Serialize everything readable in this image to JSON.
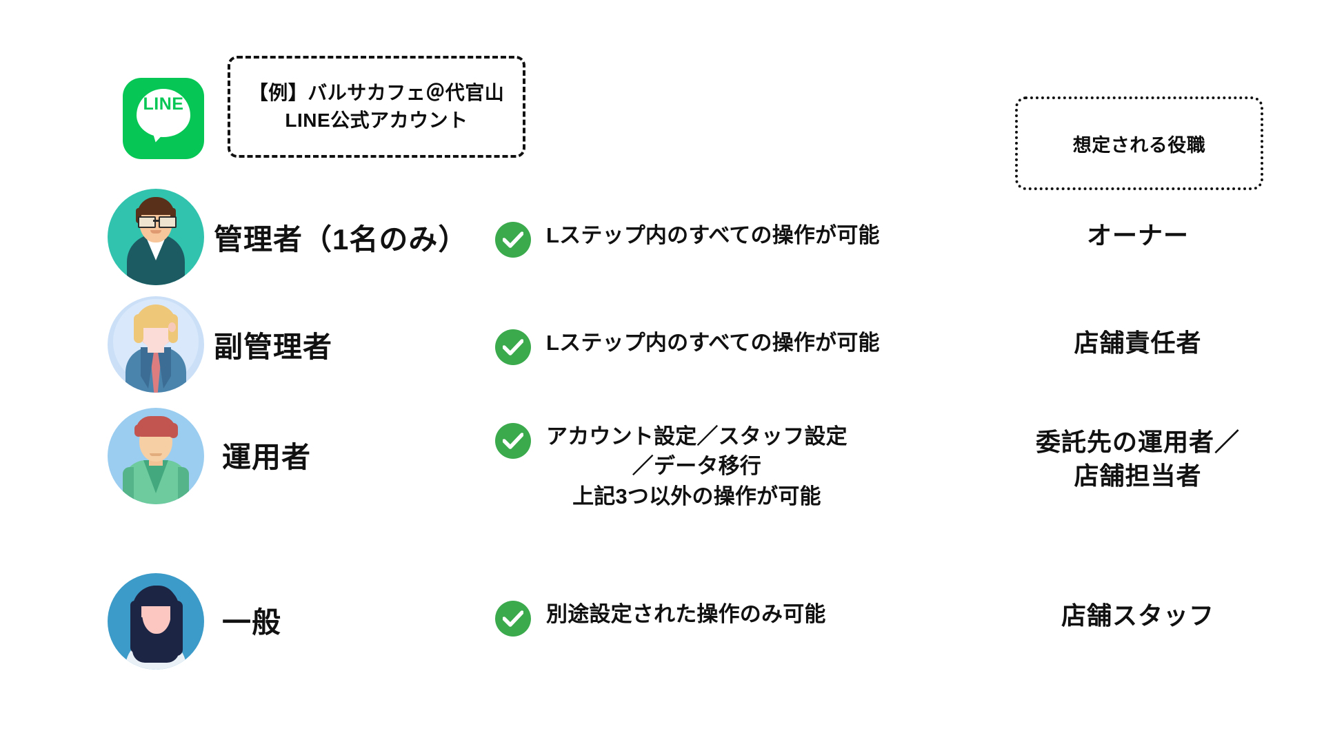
{
  "header": {
    "logo_icon": "line-logo-icon",
    "logo_word": "LINE",
    "account_box": "【例】バルサカフェ＠代官山\nLINE公式アカウント",
    "role_column_header": "想定される役職"
  },
  "colors": {
    "line_green": "#06C755",
    "check_green": "#3AAA4D",
    "text": "#111111",
    "avatar1_bg": "#32C3AE",
    "avatar2_bg": "#CBE0F7",
    "avatar3_bg": "#9BCDF0",
    "avatar4_bg": "#3C9BC8"
  },
  "rows": [
    {
      "avatar_name": "avatar-admin",
      "role": "管理者（1名のみ）",
      "check_icon": "check-circle-icon",
      "permission": "Lステップ内のすべての操作が可能",
      "assumed_role": "オーナー"
    },
    {
      "avatar_name": "avatar-sub-admin",
      "role": "副管理者",
      "check_icon": "check-circle-icon",
      "permission": "Lステップ内のすべての操作が可能",
      "assumed_role": "店舗責任者"
    },
    {
      "avatar_name": "avatar-operator",
      "role": "運用者",
      "check_icon": "check-circle-icon",
      "permission": "アカウント設定／スタッフ設定\n／データ移行\n上記3つ以外の操作が可能",
      "assumed_role": "委託先の運用者／\n店舗担当者"
    },
    {
      "avatar_name": "avatar-general",
      "role": "一般",
      "check_icon": "check-circle-icon",
      "permission": "別途設定された操作のみ可能",
      "assumed_role": "店舗スタッフ"
    }
  ]
}
